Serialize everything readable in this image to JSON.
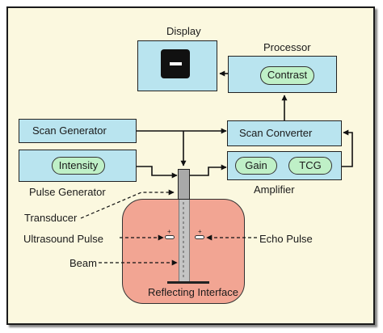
{
  "display": {
    "title": "Display"
  },
  "processor": {
    "title": "Processor",
    "contrast": "Contrast"
  },
  "scan_generator": {
    "label": "Scan Generator"
  },
  "scan_converter": {
    "label": "Scan Converter"
  },
  "pulse_generator": {
    "label": "Pulse Generator",
    "intensity": "Intensity"
  },
  "amplifier": {
    "label": "Amplifier",
    "gain": "Gain",
    "tcg": "TCG"
  },
  "transducer": {
    "label": "Transducer"
  },
  "ultrasound_pulse": {
    "label": "Ultrasound Pulse"
  },
  "echo_pulse": {
    "label": "Echo Pulse"
  },
  "beam": {
    "label": "Beam"
  },
  "reflecting_interface": {
    "label": "Reflecting Interface"
  },
  "colors": {
    "background": "#fbf8df",
    "box_fill": "#b9e4ef",
    "pill_fill": "#bff0c7",
    "tissue_fill": "#f2a593",
    "screen": "#111111"
  }
}
